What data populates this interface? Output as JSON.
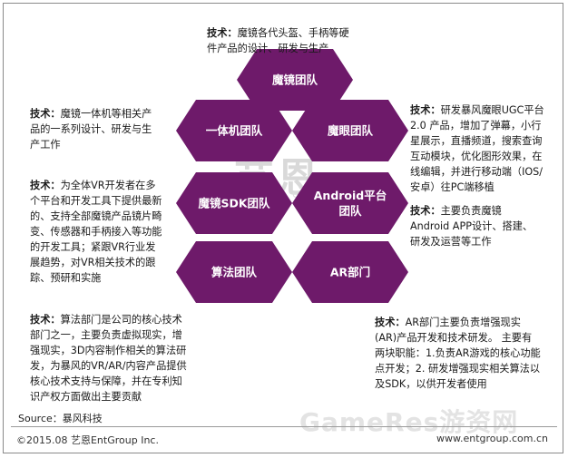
{
  "hexagons": [
    {
      "id": "mojing",
      "label": "魔镜团队",
      "color": "#6e1a6a"
    },
    {
      "id": "yitiji",
      "label": "一体机团队",
      "color": "#6e1a6a"
    },
    {
      "id": "moyan",
      "label": "魔眼团队",
      "color": "#6e1a6a"
    },
    {
      "id": "sdk",
      "label": "魔镜SDK团队",
      "color": "#6e1a6a"
    },
    {
      "id": "android",
      "label": "Android平台\n团队",
      "color": "#6e1a6a"
    },
    {
      "id": "suanfa",
      "label": "算法团队",
      "color": "#6e1a6a"
    },
    {
      "id": "ar",
      "label": "AR部门",
      "color": "#6e1a6a"
    }
  ],
  "descriptions": {
    "top": {
      "prefix": "技术：",
      "text": "魔镜各代头盔、手柄等硬\n件产品的设计、研发与生产"
    },
    "left1": {
      "prefix": "技术：",
      "text": "魔镜一体机等相关产\n品的一系列设计、研发与生\n产工作"
    },
    "left2": {
      "prefix": "技术：",
      "text": "为全体VR开发者在多\n个平台和开发工具下提供最新\n的、支持全部魔镜产品镜片畸\n变、传感器和手柄接入等功能\n的开发工具；紧跟VR行业发\n展趋势，对VR相关技术的跟\n踪、预研和实施"
    },
    "left3": {
      "prefix": "技术：",
      "text": "算法部门是公司的核心技术\n部门之一，主要负责虚拟现实，增\n强现实，3D内容制作相关的算法研\n发，为暴风的VR/AR/内容产品提供\n核心技术支持与保障，并在专利知\n识产权方面做出主要贡献"
    },
    "right1": {
      "prefix": "技术：",
      "text": "研发暴风魔眼UGC平台\n2.0 产品，增加了弹幕，小行\n星展示，直播频道，搜索查询\n互动模块，优化图形效果，在\n线编辑，并进行移动端（IOS/\n安卓）往PC端移植"
    },
    "right2": {
      "prefix": "技术：",
      "text": "主要负责魔镜\nAndroid APP设计、搭建、\n研发及运营等工作"
    },
    "right3": {
      "prefix": "技术：",
      "text": "AR部门主要负责增强现实\n(AR)产品开发和技术研发。 主要有\n两块职能：1.负责AR游戏的核心功能\n点开发；2. 研发增强现实相关算法以\n及SDK，以供开发者使用"
    }
  },
  "watermark": {
    "logo": "艺恩",
    "sub": "entgroup",
    "site": "GameRes游资网"
  },
  "source": "Source：暴风科技",
  "footer": {
    "left": "©2015.08  艺恩EntGroup Inc.",
    "right": "www.entgroup.com.cn"
  }
}
